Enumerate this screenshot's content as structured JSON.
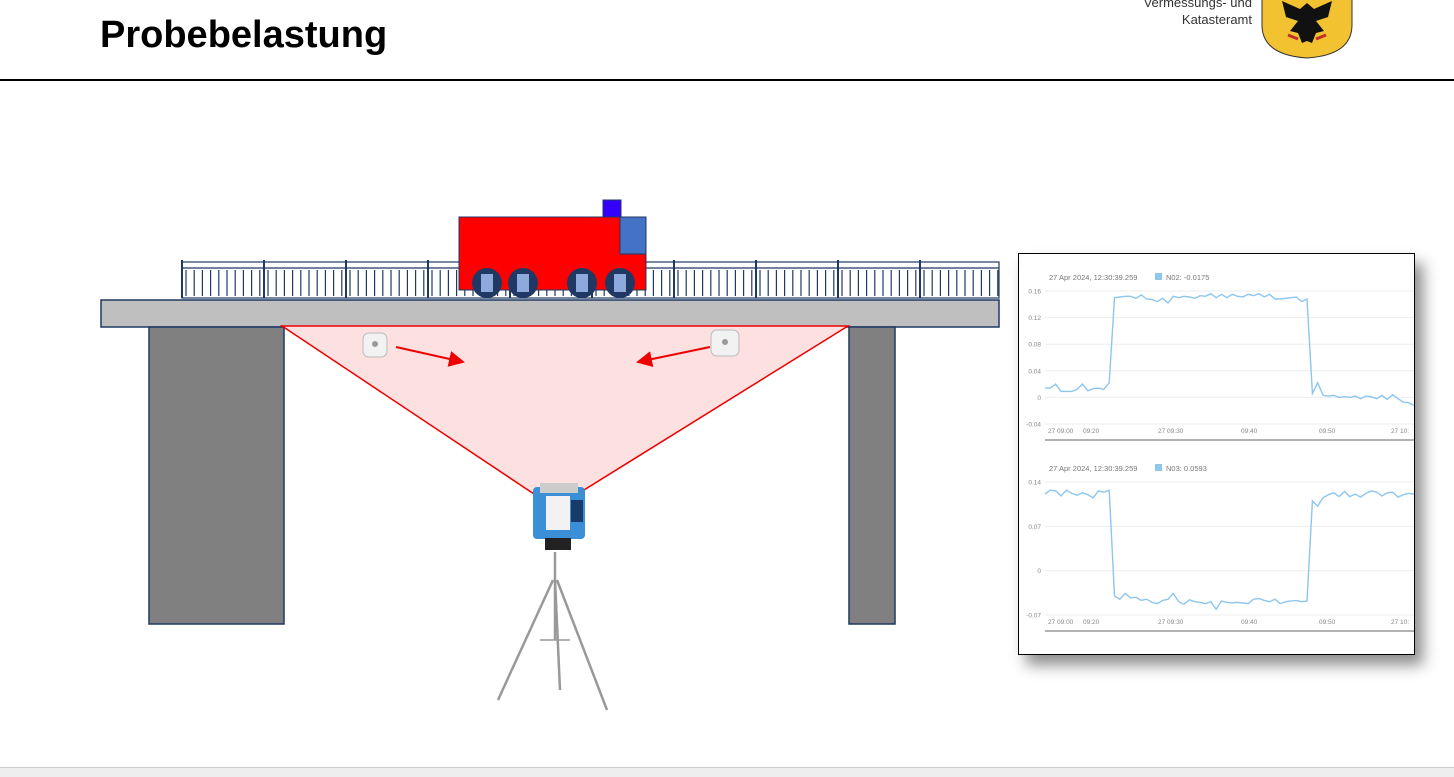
{
  "header": {
    "title": "Probebelastung",
    "org_line1": "Vermessungs- und",
    "org_line2": "Katasteramt"
  },
  "colors": {
    "train_body": "#ff0000",
    "cab": "#4472c4",
    "chimney": "#3300ff",
    "pillar": "#808080",
    "deck": "#bfbfbf",
    "scan_field": "#fde0e0",
    "line": "#8ec6ee"
  },
  "chart_data": [
    {
      "type": "line",
      "header": "27 Apr 2024, 12:30:39.259",
      "legend": "N02: -0.0175",
      "series_name": "N02",
      "ylim": [
        -0.04,
        0.16
      ],
      "yticks": [
        "0.16",
        "0.12",
        "0.08",
        "0.04",
        "0",
        "-0.04"
      ],
      "ytick_values": [
        0.16,
        0.12,
        0.08,
        0.04,
        0,
        -0.04
      ],
      "xticks": [
        "27 09:00",
        "09:20",
        "27 09:30",
        "09:40",
        "09:50",
        "27 10:"
      ],
      "values": [
        0.014,
        0.014,
        0.02,
        0.009,
        0.009,
        0.009,
        0.012,
        0.02,
        0.01,
        0.013,
        0.014,
        0.012,
        0.022,
        0.15,
        0.151,
        0.152,
        0.152,
        0.149,
        0.154,
        0.148,
        0.147,
        0.144,
        0.149,
        0.142,
        0.152,
        0.15,
        0.152,
        0.151,
        0.149,
        0.153,
        0.152,
        0.156,
        0.15,
        0.155,
        0.15,
        0.155,
        0.152,
        0.151,
        0.155,
        0.153,
        0.156,
        0.151,
        0.155,
        0.148,
        0.148,
        0.149,
        0.15,
        0.151,
        0.144,
        0.148,
        0.006,
        0.022,
        0.003,
        0.002,
        0.003,
        0.0,
        0.001,
        0.0,
        0.002,
        -0.002,
        0.002,
        0.001,
        -0.002,
        0.003,
        -0.003,
        0.004,
        -0.002,
        -0.007,
        -0.008,
        -0.012
      ]
    },
    {
      "type": "line",
      "header": "27 Apr 2024, 12:30:39.259",
      "legend": "N03: 0.0593",
      "series_name": "N03",
      "ylim": [
        -0.07,
        0.14
      ],
      "yticks": [
        "0.14",
        "0.07",
        "0",
        "-0.07"
      ],
      "ytick_values": [
        0.14,
        0.07,
        0,
        -0.07
      ],
      "xticks": [
        "27 09:00",
        "09:20",
        "27 09:30",
        "09:40",
        "09:50",
        "27 10:"
      ],
      "values": [
        0.121,
        0.127,
        0.126,
        0.118,
        0.127,
        0.122,
        0.119,
        0.123,
        0.12,
        0.115,
        0.126,
        0.124,
        0.127,
        -0.04,
        -0.045,
        -0.036,
        -0.043,
        -0.042,
        -0.047,
        -0.045,
        -0.05,
        -0.052,
        -0.047,
        -0.045,
        -0.036,
        -0.049,
        -0.053,
        -0.046,
        -0.049,
        -0.05,
        -0.052,
        -0.049,
        -0.061,
        -0.048,
        -0.05,
        -0.051,
        -0.05,
        -0.051,
        -0.052,
        -0.045,
        -0.044,
        -0.047,
        -0.049,
        -0.045,
        -0.052,
        -0.049,
        -0.048,
        -0.047,
        -0.049,
        -0.048,
        0.11,
        0.102,
        0.115,
        0.12,
        0.123,
        0.117,
        0.125,
        0.117,
        0.121,
        0.116,
        0.122,
        0.126,
        0.124,
        0.118,
        0.123,
        0.124,
        0.116,
        0.12,
        0.122,
        0.121
      ]
    }
  ]
}
